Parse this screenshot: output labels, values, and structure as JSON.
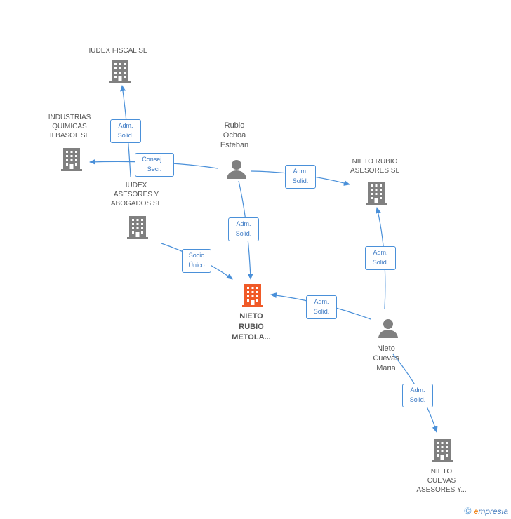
{
  "colors": {
    "edge": "#4a90d9",
    "node": "#808080",
    "focus": "#f05a28"
  },
  "nodes": {
    "iudex_fiscal": {
      "label": "IUDEX FISCAL SL"
    },
    "industrias": {
      "label": "INDUSTRIAS\nQUIMICAS\nILBASOL SL"
    },
    "iudex_asesores": {
      "label": "IUDEX\nASESORES Y\nABOGADOS  SL"
    },
    "rubio": {
      "label": "Rubio\nOchoa\nEsteban"
    },
    "nieto_rubio_asesores": {
      "label": "NIETO RUBIO\nASESORES SL"
    },
    "focus": {
      "label": "NIETO\nRUBIO\nMETOLA..."
    },
    "nieto_cuevas": {
      "label": "Nieto\nCuevas\nMaria"
    },
    "nieto_cuevas_asesores": {
      "label": "NIETO\nCUEVAS\nASESORES Y..."
    }
  },
  "edges": {
    "adm1": "Adm.\nSolid.",
    "consej": "Consej. ,\nSecr.",
    "adm2": "Adm.\nSolid.",
    "adm3": "Adm.\nSolid.",
    "socio": "Socio\nÚnico",
    "adm4": "Adm.\nSolid.",
    "adm5": "Adm.\nSolid.",
    "adm6": "Adm.\nSolid."
  },
  "brand": {
    "copyright": "©",
    "e": "e",
    "rest": "mpresia"
  }
}
